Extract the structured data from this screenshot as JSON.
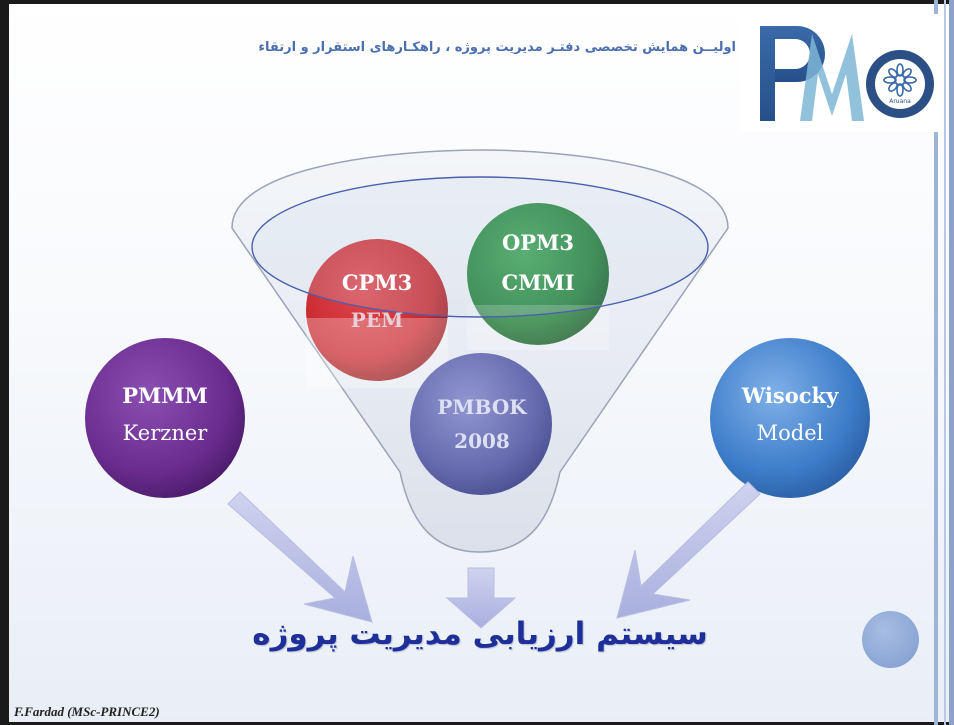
{
  "header": {
    "tagline": "اولیــن همایش تخصصی دفتـر مدیریت پروژه ، راهکـارهای استقرار و ارتقاء"
  },
  "logo": {
    "letters": "PMO",
    "caption": "Aruana"
  },
  "diagram": {
    "left_circle": {
      "line1": "PMMM",
      "line2": "Kerzner",
      "color": "#6a2c8e"
    },
    "right_circle": {
      "line1": "Wisocky",
      "line2": "Model",
      "color": "#3d7cc9"
    },
    "funnel_circles": [
      {
        "line1": "CPM3",
        "line2": "PEM",
        "color": "#c8282e"
      },
      {
        "line1": "OPM3",
        "line2": "CMMI",
        "color": "#1e7d34"
      },
      {
        "line1": "PMBOK",
        "line2": "2008",
        "color": "#5a5fa8"
      }
    ],
    "arrow_color": "#b6bce2"
  },
  "title": "سیستم ارزیابی مدیریت پروژه",
  "footer": "F.Fardad (MSc-PRINCE2)"
}
